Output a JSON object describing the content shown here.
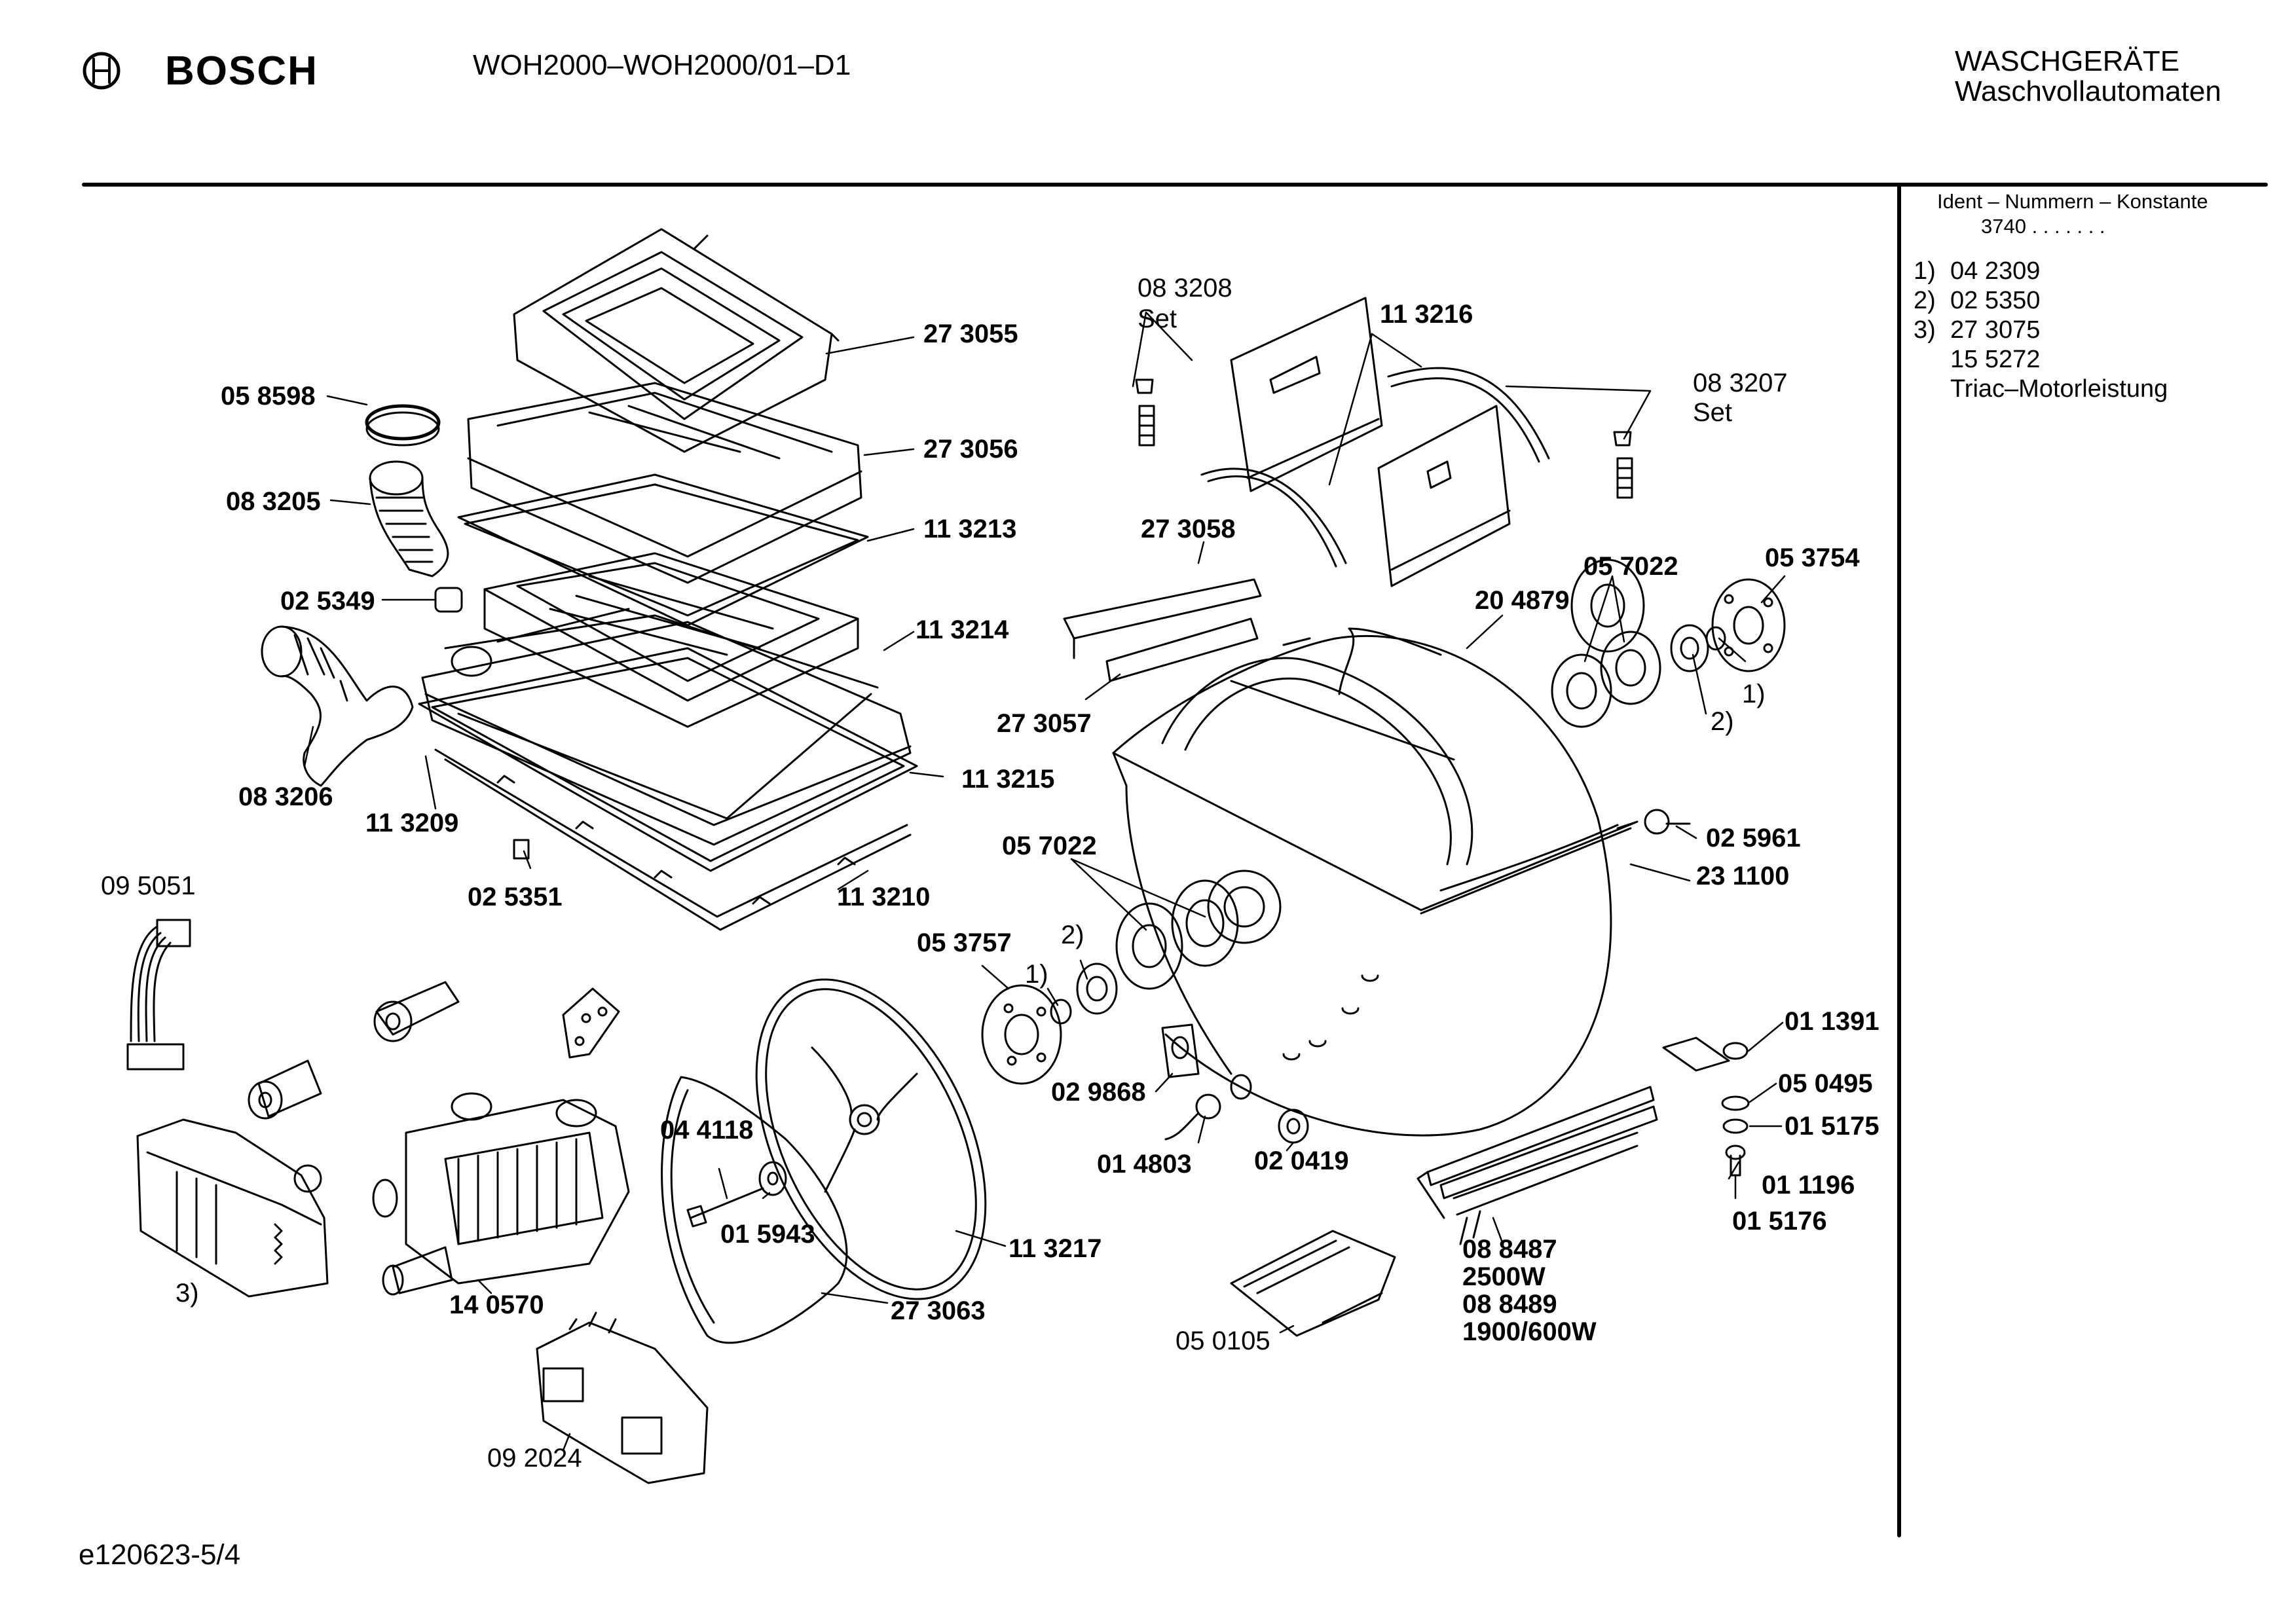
{
  "header": {
    "brand": "BOSCH",
    "model": "WOH2000–WOH2000/01–D1",
    "category": "WASCHGERÄTE",
    "subcategory": "Waschvollautomaten"
  },
  "sidebar": {
    "title": "Ident – Nummern – Konstante",
    "constant": "3740 . .   . . . . .",
    "notes": [
      {
        "key": "1)",
        "value": "04 2309"
      },
      {
        "key": "2)",
        "value": "02 5350"
      },
      {
        "key": "3)",
        "value": "27 3075"
      },
      {
        "key": "",
        "value": "15 5272"
      },
      {
        "key": "",
        "value": "Triac–Motorleistung"
      }
    ]
  },
  "parts": {
    "p273055": "27 3055",
    "p058598": "05 8598",
    "p273056": "27 3056",
    "p083205": "08 3205",
    "p113213": "11 3213",
    "p025349": "02 5349",
    "p113214": "11 3214",
    "p083206": "08 3206",
    "p113215": "11 3215",
    "p113209": "11 3209",
    "p025351": "02 5351",
    "p113210": "11 3210",
    "p095051": "09 5051",
    "p083208": "08 3208",
    "set1": "Set",
    "p113216": "11 3216",
    "p083207": "08 3207",
    "set2": "Set",
    "p273058": "27 3058",
    "p057022a": "05 7022",
    "p053754": "05 3754",
    "p204879": "20 4879",
    "p273057": "27 3057",
    "ref1a": "1)",
    "ref2a": "2)",
    "p025961": "02 5961",
    "p231100": "23 1100",
    "p057022b": "05 7022",
    "ref2b": "2)",
    "p053757": "05 3757",
    "ref1b": "1)",
    "p011391": "01 1391",
    "p050495": "05 0495",
    "p015175": "01 5175",
    "p011196": "01 1196",
    "p015176": "01 5176",
    "p029868": "02 9868",
    "p014803": "01 4803",
    "p020419": "02 0419",
    "p044118": "04 4118",
    "p015943": "01 5943",
    "p113217": "11 3217",
    "p273063": "27 3063",
    "p140570": "14 0570",
    "ref3": "3)",
    "p088487": "08 8487",
    "w2500": "2500W",
    "p088489": "08 8489",
    "w1900": "1900/600W",
    "p050105": "05 0105",
    "p092024": "09 2024"
  },
  "footer": {
    "drawing_id": "e120623-5/4"
  }
}
